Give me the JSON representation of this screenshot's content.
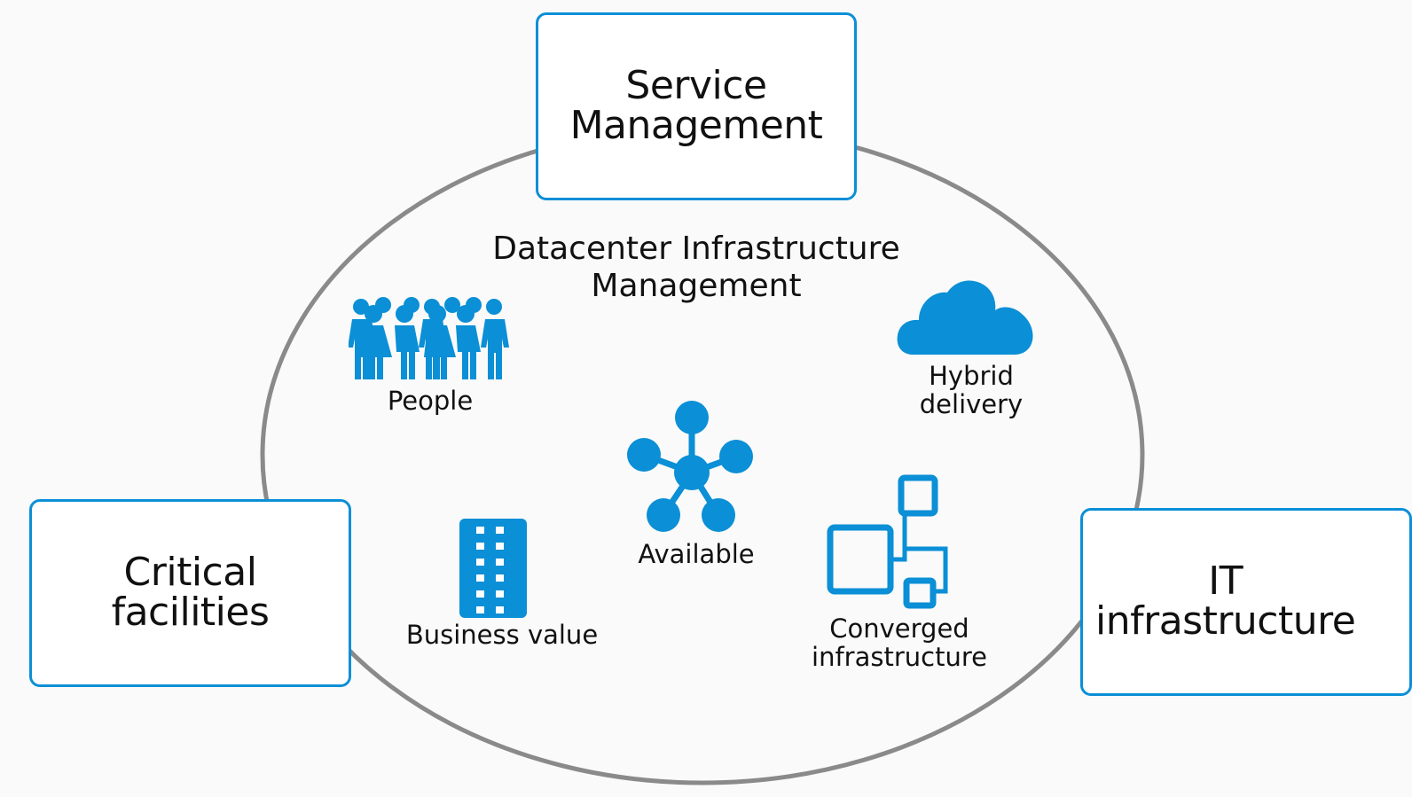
{
  "diagram": {
    "accent_color": "#0b8fd6",
    "ring_color": "#8a8a8a",
    "boxes": {
      "service_management": "Service\nManagement",
      "critical_facilities": "Critical\nfacilities",
      "it_infrastructure": "IT\ninfrastructure"
    },
    "center_title": "Datacenter Infrastructure\nManagement",
    "items": {
      "people": "People",
      "hybrid_delivery": "Hybrid\ndelivery",
      "available": "Available",
      "business_value": "Business value",
      "converged_infrastructure": "Converged infrastructure"
    },
    "icons": {
      "people": "people-group-icon",
      "hybrid_delivery": "cloud-icon",
      "available": "network-hub-icon",
      "business_value": "building-icon",
      "converged_infrastructure": "converged-boxes-icon"
    }
  }
}
